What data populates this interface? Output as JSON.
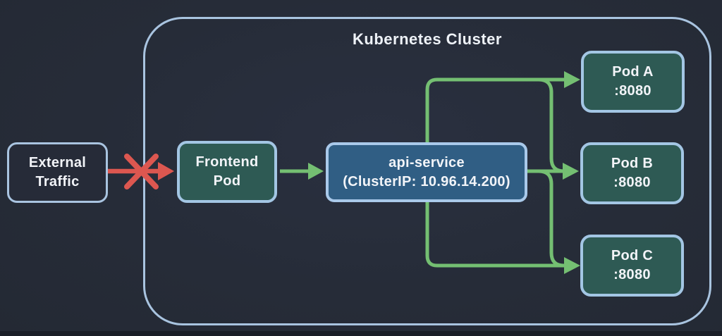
{
  "diagram": {
    "title": "Kubernetes Cluster",
    "nodes": {
      "external": {
        "line1": "External",
        "line2": "Traffic"
      },
      "frontend": {
        "line1": "Frontend",
        "line2": "Pod"
      },
      "api_service": {
        "line1": "api-service",
        "line2": "(ClusterIP: 10.96.14.200)"
      },
      "pods": [
        {
          "name": "Pod A",
          "port": ":8080"
        },
        {
          "name": "Pod B",
          "port": ":8080"
        },
        {
          "name": "Pod C",
          "port": ":8080"
        }
      ]
    },
    "edges": [
      {
        "from": "External Traffic",
        "to": "Frontend Pod",
        "style": "blocked-red-x"
      },
      {
        "from": "Frontend Pod",
        "to": "api-service",
        "style": "green-arrow"
      },
      {
        "from": "api-service",
        "to": "Pod A",
        "style": "green-arrow"
      },
      {
        "from": "api-service",
        "to": "Pod B",
        "style": "green-arrow"
      },
      {
        "from": "api-service",
        "to": "Pod C",
        "style": "green-arrow"
      }
    ],
    "colors": {
      "background": "#272c38",
      "cluster_border": "#a9c4e0",
      "node_border": "#a3c6e4",
      "pod_fill": "#2e5a54",
      "service_fill": "#305e84",
      "external_fill": "#262b38",
      "arrow_green": "#74bf72",
      "arrow_red": "#dc5750",
      "text": "#f2f4f8"
    }
  }
}
